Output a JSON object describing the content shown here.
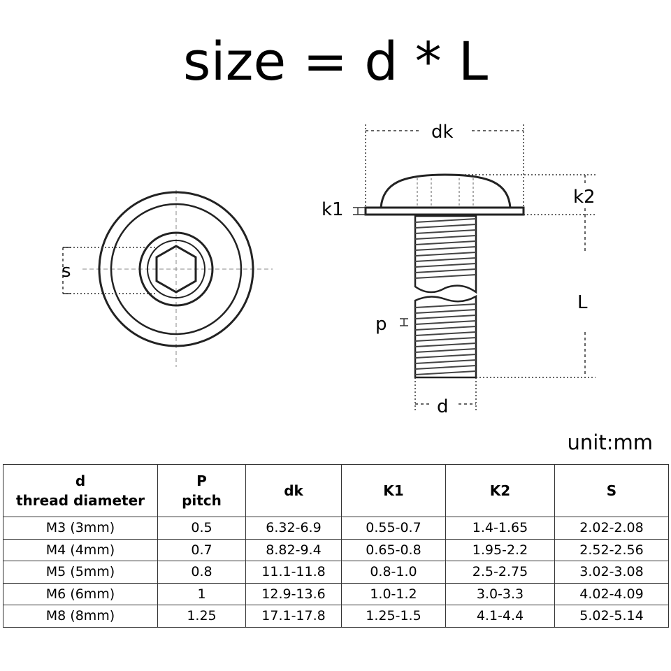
{
  "title": "size = d * L",
  "unit": "unit:mm",
  "labels": {
    "dk": "dk",
    "k1": "k1",
    "k2": "k2",
    "L": "L",
    "p": "p",
    "d": "d",
    "s": "s"
  },
  "table": {
    "headers": [
      {
        "line1": "d",
        "line2": "thread diameter"
      },
      {
        "line1": "P",
        "line2": "pitch"
      },
      {
        "line1": "dk",
        "line2": ""
      },
      {
        "line1": "K1",
        "line2": ""
      },
      {
        "line1": "K2",
        "line2": ""
      },
      {
        "line1": "S",
        "line2": ""
      }
    ],
    "rows": [
      [
        "M3 (3mm)",
        "0.5",
        "6.32-6.9",
        "0.55-0.7",
        "1.4-1.65",
        "2.02-2.08"
      ],
      [
        "M4 (4mm)",
        "0.7",
        "8.82-9.4",
        "0.65-0.8",
        "1.95-2.2",
        "2.52-2.56"
      ],
      [
        "M5 (5mm)",
        "0.8",
        "11.1-11.8",
        "0.8-1.0",
        "2.5-2.75",
        "3.02-3.08"
      ],
      [
        "M6 (6mm)",
        "1",
        "12.9-13.6",
        "1.0-1.2",
        "3.0-3.3",
        "4.02-4.09"
      ],
      [
        "M8 (8mm)",
        "1.25",
        "17.1-17.8",
        "1.25-1.5",
        "4.1-4.4",
        "5.02-5.14"
      ]
    ]
  }
}
